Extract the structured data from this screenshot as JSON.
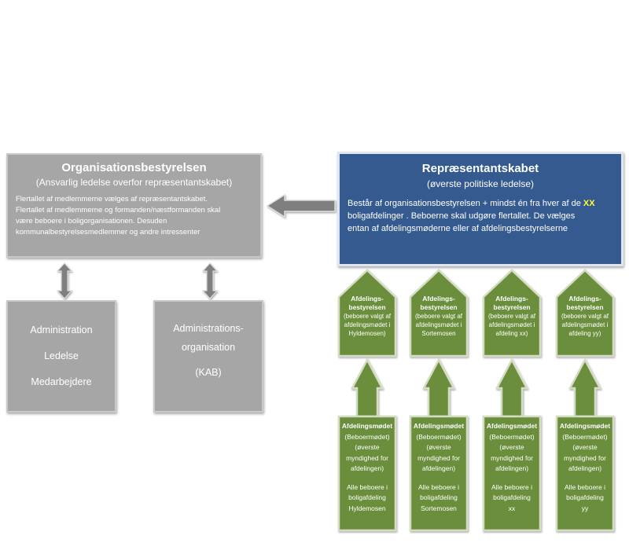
{
  "org_board": {
    "title": "Organisationsbestyrelsen",
    "subtitle": "(Ansvarlig ledelse overfor repræsentantskabet)",
    "lines": [
      "Flertallet af medlemmerne vælges af repræsentantskabet.",
      "Flertallet af medlemmerne og formanden/næstformanden skal",
      "være beboere i boligorganisationen. Desuden",
      "kommunalbestyrelsesmedlemmer og andre intressenter"
    ]
  },
  "representantskab": {
    "title": "Repræsentantskabet",
    "subtitle": "(øverste politiske ledelse)",
    "line1_pre": "Består af organisationsbestyrelsen + mindst én fra hver af de ",
    "line1_highlight": "XX",
    "line2": "boligafdelinger . Beboerne skal udgøre flertallet. De vælges",
    "line3": "entan af afdelingsmøderne eller af afdelingsbestyrelserne"
  },
  "administration": {
    "lines": [
      "Administration",
      "Ledelse",
      "Medarbejdere"
    ]
  },
  "admin_org": {
    "line1": "Administrations-",
    "line2": "organisation",
    "line3": "(KAB)"
  },
  "departments": [
    {
      "title1": "Afdelings-",
      "title2": "bestyrelsen",
      "l1": "(beboere valgt af",
      "l2": "afdelingsmødet i",
      "l3": "Hyldemosen)"
    },
    {
      "title1": "Afdelings-",
      "title2": "bestyrelsen",
      "l1": "(beboere valgt af",
      "l2": "afdelingsmødet i",
      "l3": "Sortemosen"
    },
    {
      "title1": "Afdelings-",
      "title2": "bestyrelsen",
      "l1": "(beboere valgt af",
      "l2": "afdelingsmødet i",
      "l3": "afdeling xx)"
    },
    {
      "title1": "Afdelings-",
      "title2": "bestyrelsen",
      "l1": "(beboere valgt af",
      "l2": "afdelingsmødet i",
      "l3": "afdeling yy)"
    }
  ],
  "meetings": [
    {
      "title": "Afdelingsmødet",
      "l1": "(Beboermødet)",
      "l2": "(øverste",
      "l3": "myndighed for",
      "l4": "afdelingen)",
      "l5": "Alle beboere i",
      "l6": "boligafdeling",
      "l7": "Hyldemosen"
    },
    {
      "title": "Afdelingsmødet",
      "l1": "(Beboermødet)",
      "l2": "(øverste",
      "l3": "myndighed for",
      "l4": "afdelingen)",
      "l5": "Alle beboere i",
      "l6": "boligafdeling",
      "l7": "Sortemosen"
    },
    {
      "title": "Afdelingsmødet",
      "l1": "(Beboermødet)",
      "l2": "(øverste",
      "l3": "myndighed for",
      "l4": "afdelingen)",
      "l5": "Alle beboere i",
      "l6": "boligafdeling",
      "l7": "xx"
    },
    {
      "title": "Afdelingsmødet",
      "l1": "(Beboermødet)",
      "l2": "(øverste",
      "l3": "myndighed for",
      "l4": "afdelingen)",
      "l5": "Alle beboere i",
      "l6": "boligafdeling",
      "l7": "yy"
    }
  ],
  "colors": {
    "gray_box": "#a6a6a6",
    "blue_box": "#345a8f",
    "green_shape": "#6b8e3a",
    "arrow_gray": "#7f7f7f",
    "highlight": "#ffff33"
  }
}
